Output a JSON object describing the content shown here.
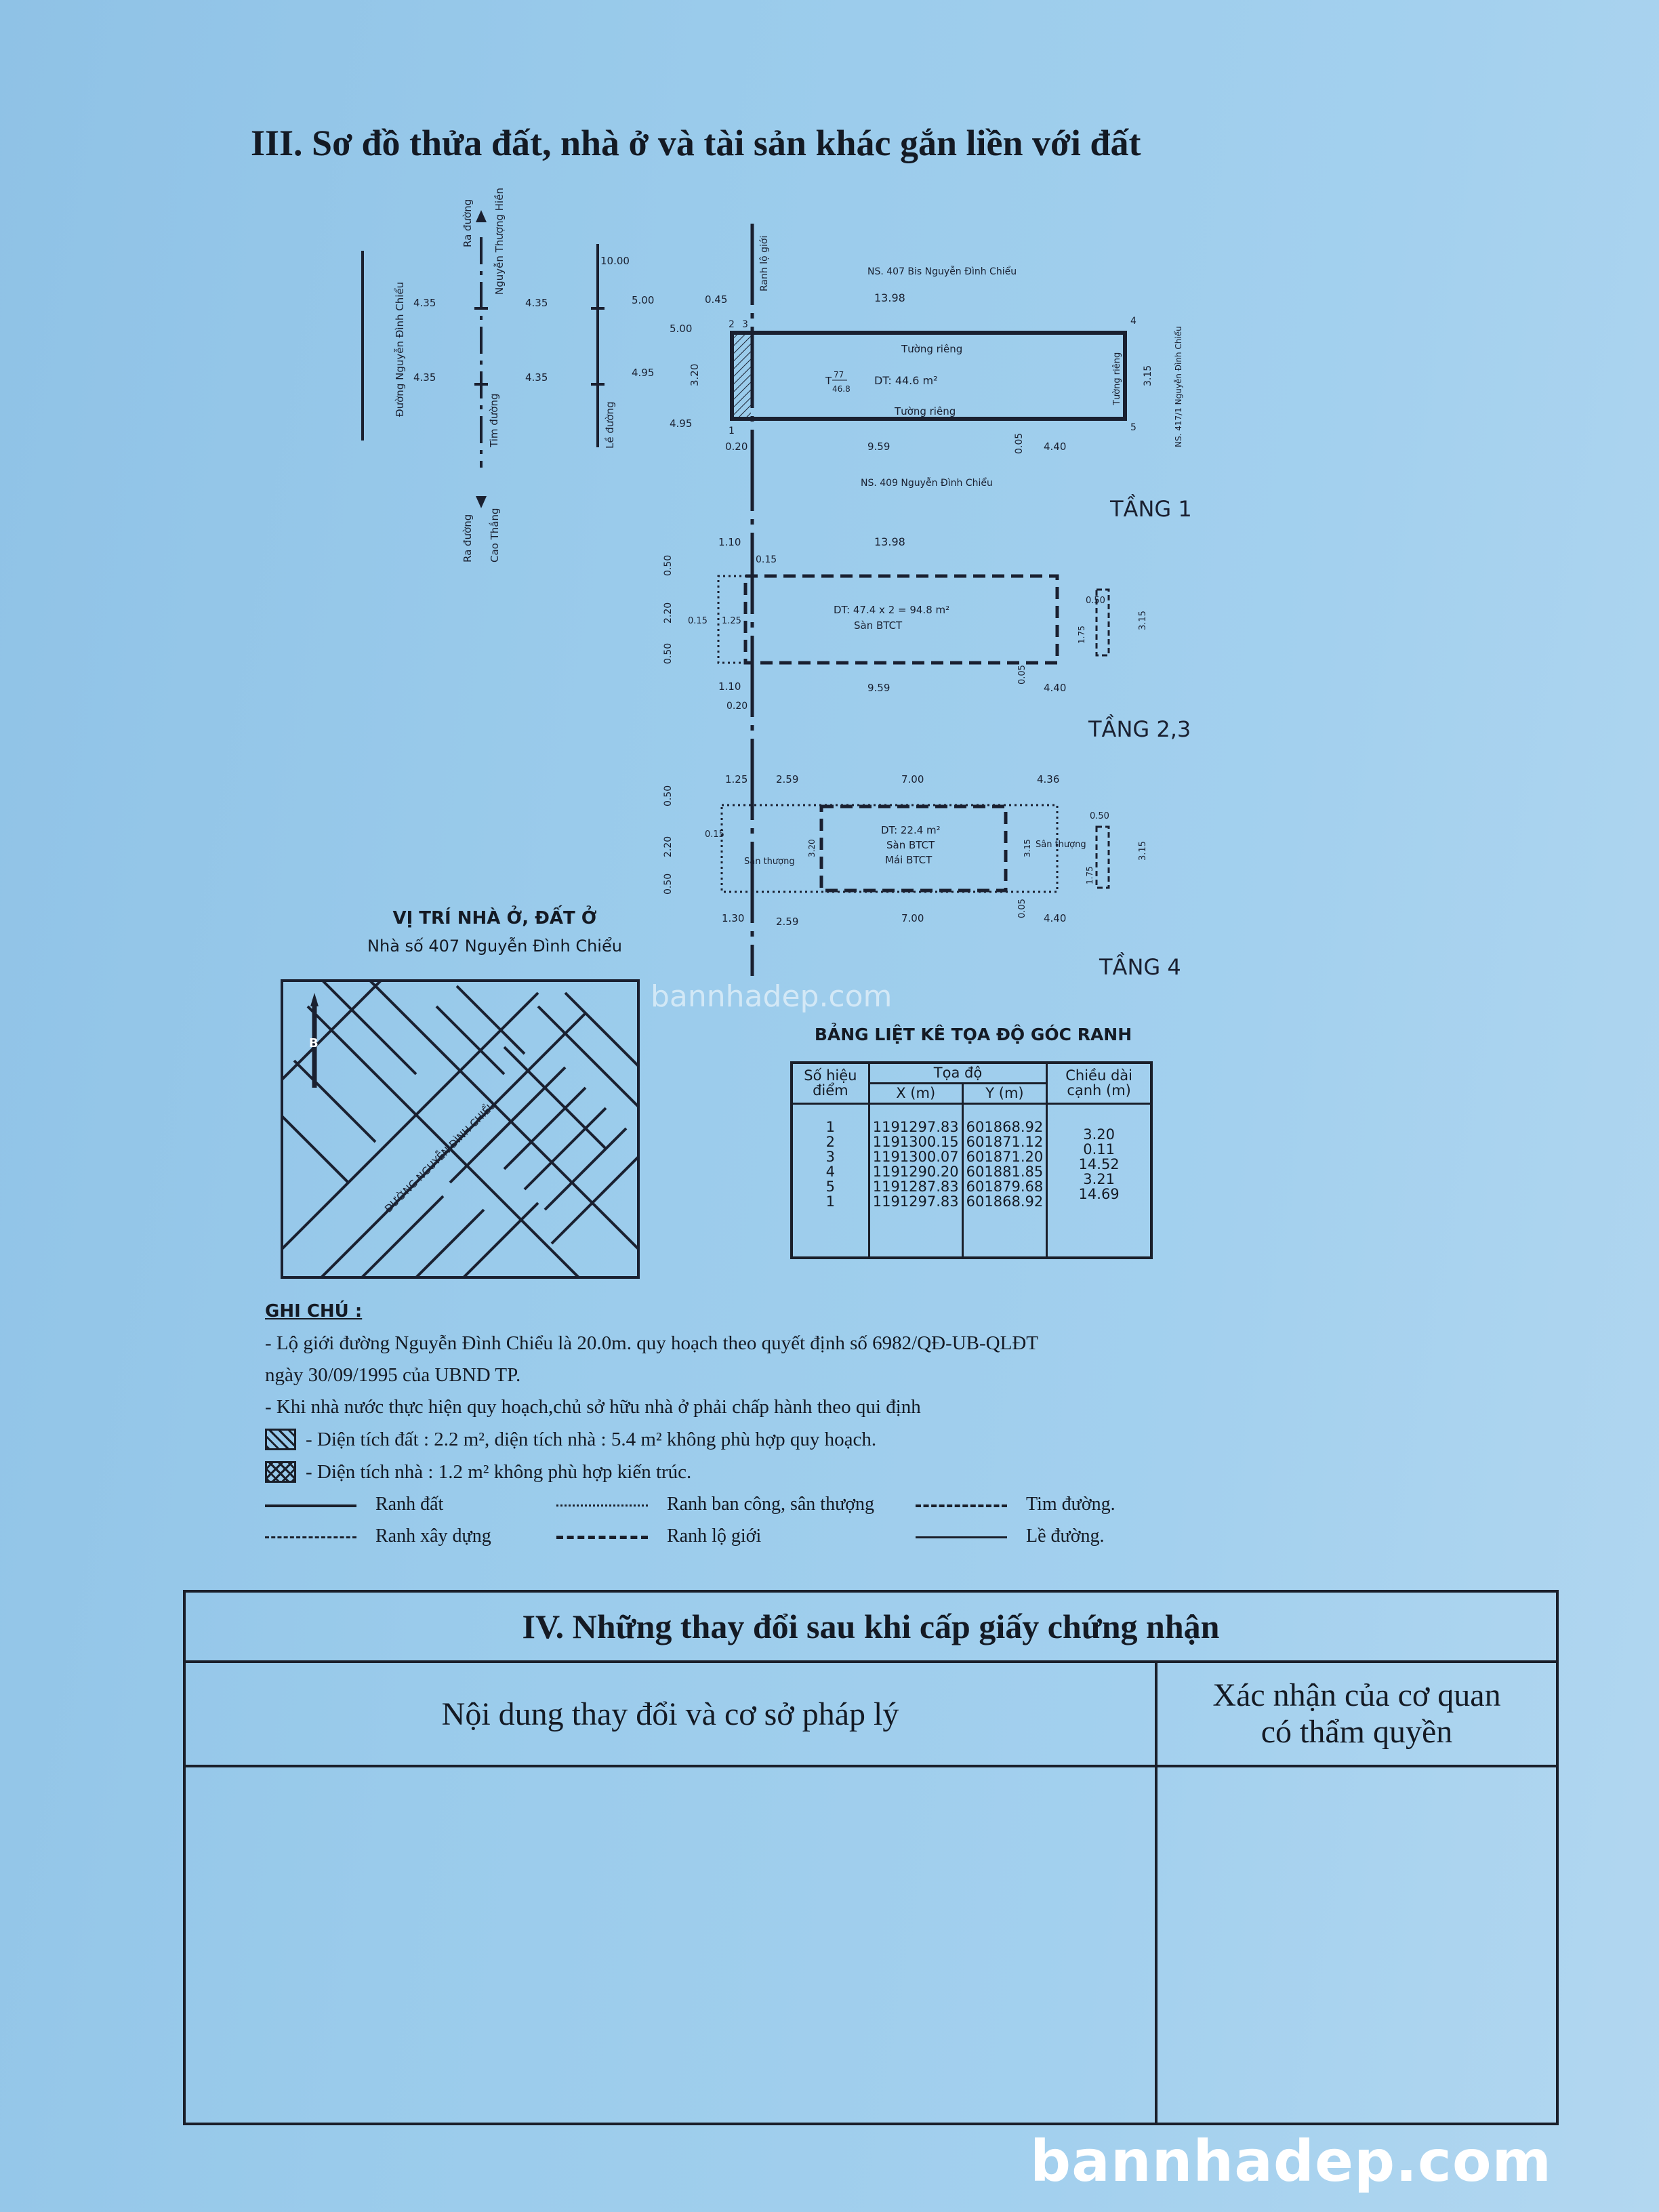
{
  "section3": {
    "title": "III. Sơ đồ thửa đất, nhà ở và tài sản khác gắn liền với đất"
  },
  "street_profile": {
    "street": "Đường Nguyễn Đình Chiểu",
    "to_north_a": "Ra đường",
    "to_north_b": "Nguyễn Thượng Hiền",
    "to_south_a": "Ra đường",
    "to_south_b": "Cao Thắng",
    "center": "Tim đường",
    "curb": "Lề đường",
    "dims": [
      "4.35",
      "4.35",
      "4.35",
      "4.35",
      "10.00",
      "5.00",
      "4.95"
    ]
  },
  "floor1": {
    "label": "TẦNG 1",
    "north_neighbor": "NS. 407 Bis Nguyễn Đình Chiểu",
    "south_neighbor": "NS. 409 Nguyễn Đình Chiểu",
    "east_neighbor": "NS. 417/1 Nguyễn Đình Chiểu",
    "boundary_label": "Ranh lộ giới",
    "wall_top": "Tường riêng",
    "wall_bottom": "Tường riêng",
    "wall_right": "Tường riêng",
    "t_num": "77",
    "t_den": "46.8",
    "t_prefix": "T",
    "area": "DT: 44.6 m²",
    "dims": {
      "top": "13.98",
      "left_top": "0.45",
      "left_h": "3.20",
      "right_h": "3.15",
      "bottom_left": "0.20",
      "bottom_mid": "9.59",
      "bottom_step": "0.05",
      "bottom_right": "4.40",
      "street_a": "5.00",
      "street_b": "4.95"
    },
    "points": [
      "1",
      "2",
      "3",
      "4",
      "5"
    ]
  },
  "floor23": {
    "label": "TẦNG 2,3",
    "area": "DT: 47.4 x 2 = 94.8 m²",
    "material": "Sàn BTCT",
    "dims": {
      "top_left": "1.10",
      "top": "13.98",
      "top_inner": "0.15",
      "side_a": "0.50",
      "side_b": "2.20",
      "side_c": "0.50",
      "balcony": "0.15",
      "inner": "1.25",
      "stair_w": "0.50",
      "stair_h": "1.75",
      "right_h": "3.15",
      "bottom_left": "1.10",
      "bottom_inner": "0.20",
      "bottom_mid": "9.59",
      "bottom_step": "0.05",
      "bottom_right": "4.40"
    }
  },
  "floor4": {
    "label": "TẦNG 4",
    "area": "DT: 22.4 m²",
    "material1": "Sàn BTCT",
    "material2": "Mái BTCT",
    "terrace_left": "Sân thượng",
    "terrace_right": "Sân thượng",
    "dims": {
      "top_a": "1.25",
      "top_b": "2.59",
      "top_c": "7.00",
      "top_d": "4.36",
      "side_a": "0.50",
      "side_b": "2.20",
      "side_c": "0.50",
      "balcony": "0.15",
      "inner_h": "3.20",
      "mid_h": "3.15",
      "stair_w": "0.50",
      "stair_h": "1.75",
      "right_h": "3.15",
      "bot_a": "1.30",
      "bot_b": "2.59",
      "bot_c": "7.00",
      "bot_step": "0.05",
      "bot_d": "4.40"
    }
  },
  "location_map": {
    "title": "VỊ TRÍ NHÀ Ở, ĐẤT Ở",
    "subtitle": "Nhà số 407 Nguyễn Đình Chiểu",
    "street_label": "ĐƯỜNG NGUYỄN ĐÌNH CHIỂU",
    "north": "B"
  },
  "coord_table": {
    "title": "BẢNG LIỆT KÊ TỌA ĐỘ GÓC RANH",
    "headers": {
      "point": "Số hiệu điểm",
      "coords": "Tọa độ",
      "x": "X (m)",
      "y": "Y (m)",
      "length": "Chiều dài cạnh (m)"
    },
    "rows": [
      {
        "p": "1",
        "x": "1191297.83",
        "y": "601868.92"
      },
      {
        "p": "2",
        "x": "1191300.15",
        "y": "601871.12"
      },
      {
        "p": "3",
        "x": "1191300.07",
        "y": "601871.20"
      },
      {
        "p": "4",
        "x": "1191290.20",
        "y": "601881.85"
      },
      {
        "p": "5",
        "x": "1191287.83",
        "y": "601879.68"
      },
      {
        "p": "1",
        "x": "1191297.83",
        "y": "601868.92"
      }
    ],
    "lengths": [
      "3.20",
      "0.11",
      "14.52",
      "3.21",
      "14.69"
    ]
  },
  "notes": {
    "heading": "GHI CHÚ :",
    "line1": "- Lộ giới đường Nguyễn Đình Chiểu là 20.0m. quy hoạch theo quyết định số 6982/QĐ-UB-QLĐT",
    "line2": "ngày 30/09/1995 của UBND TP.",
    "line3": "- Khi nhà nước thực hiện quy hoạch,chủ sở hữu nhà ở phải chấp hành theo qui định",
    "hatch1": "- Diện tích đất : 2.2 m², diện tích nhà : 5.4 m² không phù hợp quy hoạch.",
    "hatch2": "- Diện tích nhà : 1.2 m² không phù hợp kiến trúc.",
    "legend": {
      "land": "Ranh đất",
      "balcony": "Ranh ban công, sân thượng",
      "center": "Tim đường.",
      "build": "Ranh xây dựng",
      "row": "Ranh lộ giới",
      "curb": "Lề đường."
    }
  },
  "section4": {
    "title": "IV. Những thay đổi sau khi cấp giấy chứng nhận",
    "col1": "Nội dung thay đổi và cơ sở pháp lý",
    "col2_a": "Xác nhận của cơ quan",
    "col2_b": "có thẩm quyền"
  },
  "watermark": "bannhadep.com"
}
